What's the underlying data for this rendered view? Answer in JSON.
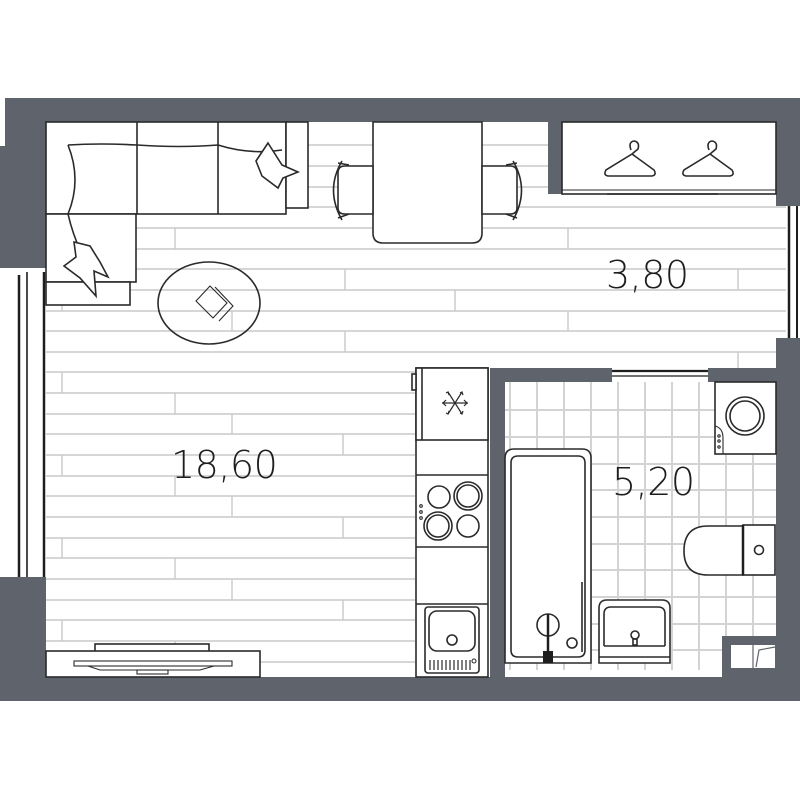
{
  "plan": {
    "type": "apartment floor plan (studio)",
    "wall_color": "#5f636b",
    "floor_color": "#ffffff",
    "line_color": "#2a2a2a",
    "board_color": "#c9c9c9"
  },
  "rooms": [
    {
      "name": "living-kitchen",
      "area_label": "18,60"
    },
    {
      "name": "hallway",
      "area_label": "3,80"
    },
    {
      "name": "bathroom",
      "area_label": "5,20"
    }
  ],
  "furniture": {
    "living": [
      "corner-sofa",
      "round-rug",
      "tv-stand",
      "dining-table",
      "chair-left",
      "chair-right"
    ],
    "kitchen": [
      "fridge",
      "counter",
      "cooktop",
      "counter",
      "sink"
    ],
    "hallway": [
      "wardrobe"
    ],
    "bathroom": [
      "bathtub",
      "washbasin",
      "toilet",
      "washing-machine",
      "shaft"
    ]
  },
  "icons": {
    "fridge": "snowflake-icon",
    "wardrobe": "hanger-icon"
  }
}
